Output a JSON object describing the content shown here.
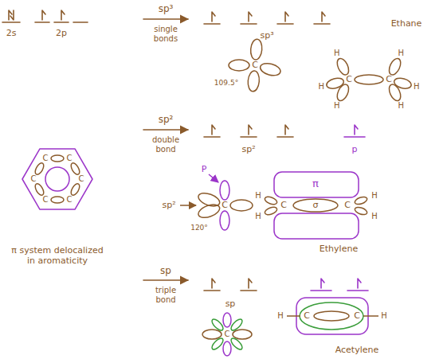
{
  "diagram": {
    "labels": [
      "2s",
      "2p",
      "sp³",
      "single bonds",
      "sp³",
      "Ethane",
      "109.5°",
      "C",
      "C",
      "C",
      "H",
      "H",
      "H",
      "H",
      "H",
      "H",
      "sp²",
      "double bond",
      "sp²",
      "p",
      "P",
      "sp²",
      "C",
      "120°",
      "π",
      "σ",
      "C",
      "C",
      "H",
      "H",
      "H",
      "H",
      "Ethylene",
      "C",
      "C",
      "C",
      "C",
      "C",
      "C",
      "π system delocalized in aromaticity",
      "sp",
      "triple bond",
      "sp",
      "C",
      "H",
      "C",
      "C",
      "H",
      "Acetylene"
    ]
  }
}
